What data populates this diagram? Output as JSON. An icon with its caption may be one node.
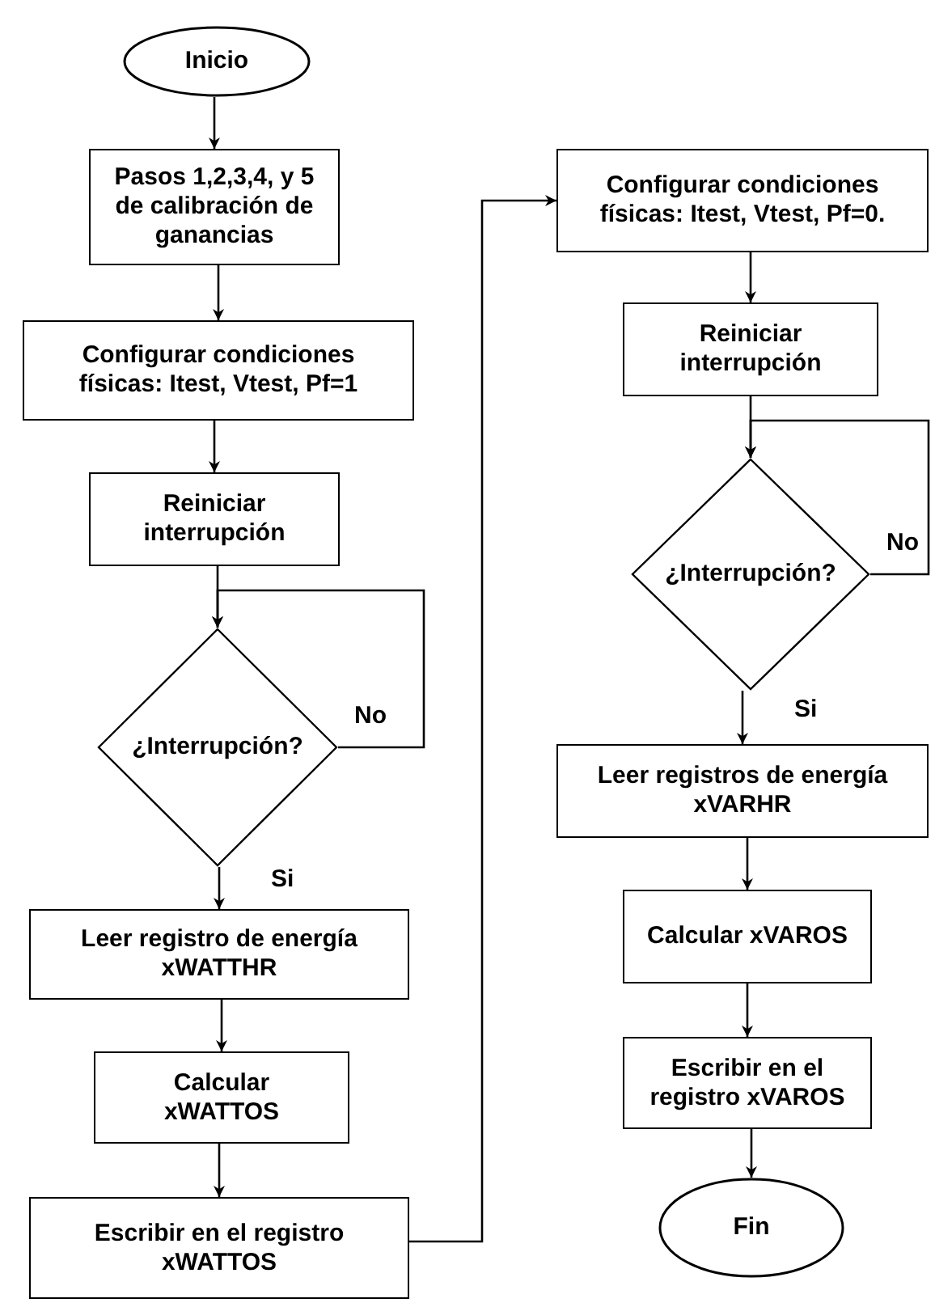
{
  "diagram": {
    "nodes": [
      {
        "text": [
          "Inicio"
        ]
      },
      {
        "text": [
          "Pasos 1,2,3,4, y 5 de calibración de ganancias"
        ]
      },
      {
        "text": [
          "Configurar condiciones físicas: Itest, Vtest, Pf=1"
        ]
      },
      {
        "text": [
          "Reiniciar interrupción"
        ]
      },
      {
        "text": [
          "¿Interrupción?"
        ]
      },
      {
        "text": [
          "Leer registro de energía xWATTHR"
        ]
      },
      {
        "text": [
          "Calcular xWATTOS"
        ]
      },
      {
        "text": [
          "Escribir en el registro xWATTOS"
        ]
      },
      {
        "text": [
          "Configurar condiciones físicas: Itest, Vtest, Pf=0."
        ]
      },
      {
        "text": [
          "Reiniciar interrupción"
        ]
      },
      {
        "text": [
          "¿Interrupción?"
        ]
      },
      {
        "text": [
          "Leer registros de energía xVARHR"
        ]
      },
      {
        "text": [
          "Calcular xVAROS"
        ]
      },
      {
        "text": [
          "Escribir en el registro xVAROS"
        ]
      },
      {
        "text": [
          "Fin"
        ]
      }
    ],
    "edges": [
      {
        "from": 0,
        "to": 1,
        "arrow": "to"
      },
      {
        "from": 1,
        "to": 2,
        "arrow": "to"
      },
      {
        "from": 2,
        "to": 3,
        "arrow": "to"
      },
      {
        "from": 3,
        "to": 4,
        "arrow": "to"
      },
      {
        "from": 4,
        "to": 4,
        "arrow": "to",
        "label": "No"
      },
      {
        "from": 4,
        "to": 5,
        "arrow": "to",
        "label": "Si"
      },
      {
        "from": 5,
        "to": 6,
        "arrow": "to"
      },
      {
        "from": 6,
        "to": 7,
        "arrow": "to"
      },
      {
        "from": 7,
        "to": 8,
        "arrow": "to"
      },
      {
        "from": 8,
        "to": 9,
        "arrow": "to"
      },
      {
        "from": 9,
        "to": 10,
        "arrow": "to"
      },
      {
        "from": 10,
        "to": 10,
        "arrow": "to",
        "label": "No"
      },
      {
        "from": 10,
        "to": 11,
        "arrow": "to",
        "label": "Si"
      },
      {
        "from": 11,
        "to": 12,
        "arrow": "to"
      },
      {
        "from": 12,
        "to": 13,
        "arrow": "to"
      },
      {
        "from": 13,
        "to": 14,
        "arrow": "to"
      }
    ]
  }
}
